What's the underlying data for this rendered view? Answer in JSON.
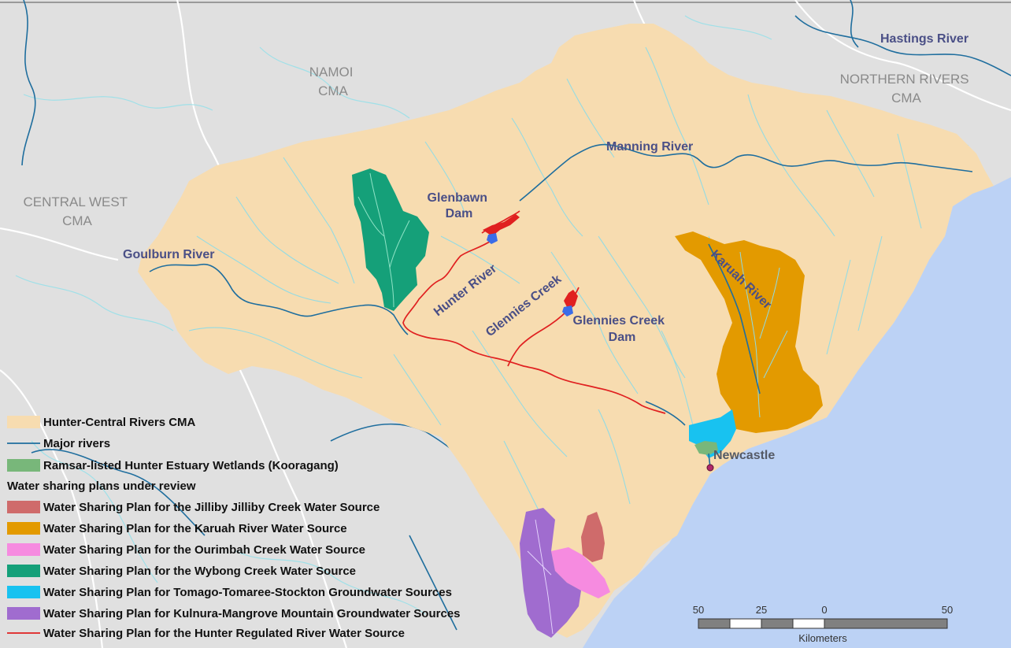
{
  "colors": {
    "outside_land": "#e0e0e0",
    "ocean": "#bcd2f5",
    "cma": "#f7dcb0",
    "major_river": "#1f6e9e",
    "minor_river": "#8fdbe6",
    "ramsar": "#78b77a",
    "jilliby": "#cf6b6b",
    "karuah": "#e39a00",
    "ourimbah": "#f68be0",
    "wybong": "#15a079",
    "tomago": "#18c2f0",
    "kulnura": "#a06ccf",
    "regulated": "#e02020",
    "dam": "#3a6ce8"
  },
  "regions": {
    "namoi": [
      "NAMOI",
      "CMA"
    ],
    "northern_rivers": [
      "NORTHERN RIVERS",
      "CMA"
    ],
    "central_west": [
      "CENTRAL WEST",
      "CMA"
    ]
  },
  "features": {
    "hastings_river": "Hastings River",
    "manning_river": "Manning River",
    "goulburn_river": "Goulburn River",
    "glenbawn_dam": [
      "Glenbawn",
      "Dam"
    ],
    "hunter_river": "Hunter River",
    "glennies_creek": "Glennies Creek",
    "glennies_creek_dam": [
      "Glennies Creek",
      "Dam"
    ],
    "karuah_river": "Karuah River",
    "newcastle": "Newcastle"
  },
  "legend": {
    "cma": "Hunter-Central Rivers CMA",
    "major_rivers": "Major rivers",
    "ramsar": "Ramsar-listed Hunter Estuary Wetlands (Kooragang)",
    "wsp_heading": "Water sharing plans under review",
    "plans": [
      {
        "label": "Water Sharing Plan for the Jilliby Jilliby Creek Water Source",
        "color": "#cf6b6b"
      },
      {
        "label": "Water Sharing Plan for the Karuah River Water Source",
        "color": "#e39a00"
      },
      {
        "label": "Water Sharing Plan for the Ourimbah Creek Water Source",
        "color": "#f68be0"
      },
      {
        "label": "Water Sharing Plan for the Wybong Creek Water Source",
        "color": "#15a079"
      },
      {
        "label": "Water Sharing Plan for Tomago-Tomaree-Stockton Groundwater Sources",
        "color": "#18c2f0"
      },
      {
        "label": "Water Sharing Plan for Kulnura-Mangrove Mountain Groundwater Sources",
        "color": "#a06ccf"
      }
    ],
    "regulated": "Water Sharing Plan for the Hunter Regulated River Water Source"
  },
  "scale_bar": {
    "ticks": [
      "50",
      "25",
      "0",
      "50"
    ],
    "unit": "Kilometers"
  }
}
